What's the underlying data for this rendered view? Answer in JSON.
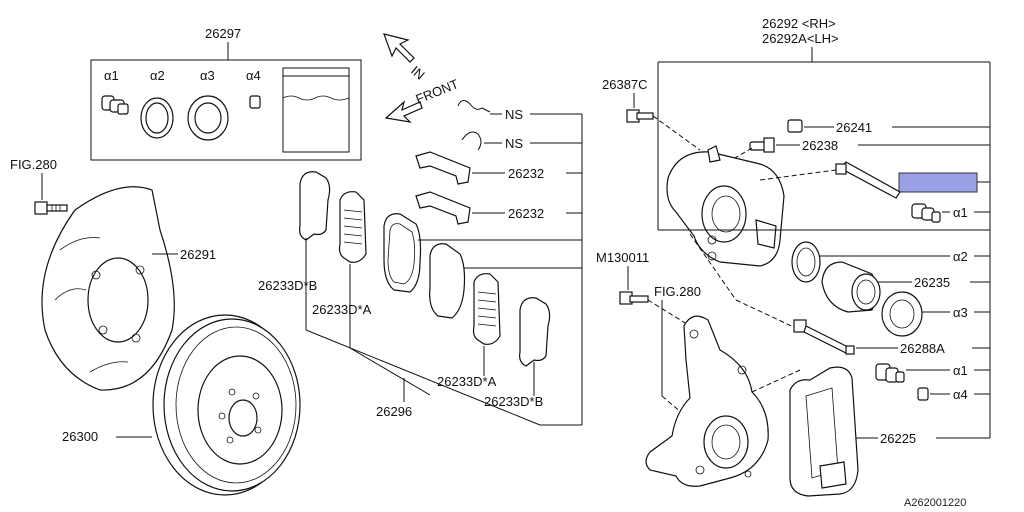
{
  "labels": {
    "kit": "26297",
    "k_a1": "α1",
    "k_a2": "α2",
    "k_a3": "α3",
    "k_a4": "α4",
    "fig280_top": "FIG.280",
    "shield": "26291",
    "rotor": "26300",
    "arrow_in": "IN",
    "arrow_front": "FRONT",
    "ns1": "NS",
    "ns2": "NS",
    "clip1": "26232",
    "clip2": "26232",
    "pad_b1": "26233D*B",
    "pad_a1": "26233D*A",
    "pad_a2": "26233D*A",
    "pad_b2": "26233D*B",
    "pad_set": "26296",
    "caliper_rh": "26292 <RH>",
    "caliper_lh": "26292A<LH>",
    "bolt_c": "26387C",
    "bleeder_cap": "26241",
    "bleeder": "26238",
    "a1_top": "α1",
    "a2": "α2",
    "piston": "26235",
    "a3": "α3",
    "guide_pin": "26288A",
    "a1_bot": "α1",
    "a4": "α4",
    "bolt_m": "M130011",
    "fig280_mid": "FIG.280",
    "support": "26225",
    "ref_code": "A262001220"
  },
  "colors": {
    "highlight": "#9aa0e6",
    "line": "#111111"
  }
}
